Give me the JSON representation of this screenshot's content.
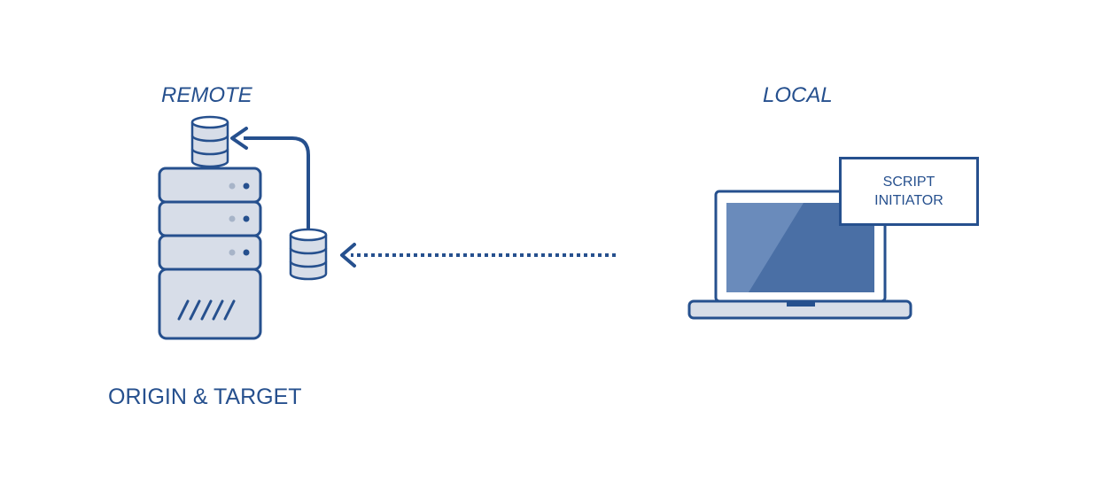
{
  "labels": {
    "remote": "REMOTE",
    "local": "LOCAL",
    "origin_target": "ORIGIN & TARGET",
    "script_line1": "SCRIPT",
    "script_line2": "INITIATOR"
  },
  "colors": {
    "outline": "#26508e",
    "fill_light": "#d7dde8",
    "screen_blue": "#4a6fa5",
    "screen_highlight": "#6a8bbb"
  },
  "icons": [
    "server-icon",
    "database-icon",
    "laptop-icon",
    "arrow-icon"
  ]
}
